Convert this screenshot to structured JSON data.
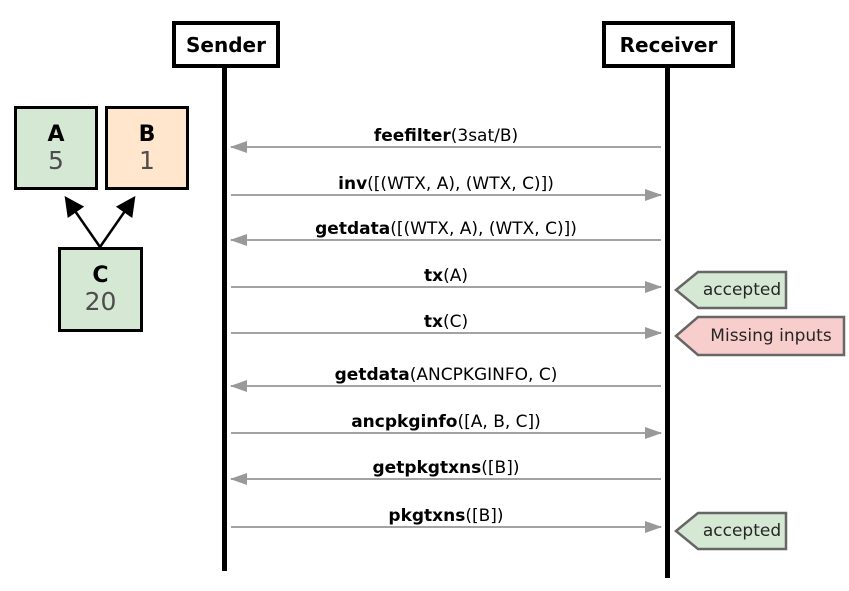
{
  "lifelines": {
    "sender": "Sender",
    "receiver": "Receiver"
  },
  "tx_graph": {
    "nodes": [
      {
        "id": "A",
        "label": "A",
        "value": "5",
        "fill": "#d5e8d4"
      },
      {
        "id": "B",
        "label": "B",
        "value": "1",
        "fill": "#ffe6cc"
      },
      {
        "id": "C",
        "label": "C",
        "value": "20",
        "fill": "#d5e8d4"
      }
    ],
    "edges": [
      {
        "from": "C",
        "to": "A"
      },
      {
        "from": "C",
        "to": "B"
      }
    ]
  },
  "messages": [
    {
      "method": "feefilter",
      "args": "(3sat/B)",
      "direction": "to-sender"
    },
    {
      "method": "inv",
      "args": "([(WTX, A), (WTX, C)])",
      "direction": "to-receiver"
    },
    {
      "method": "getdata",
      "args": "([(WTX, A), (WTX, C)])",
      "direction": "to-sender"
    },
    {
      "method": "tx",
      "args": "(A)",
      "direction": "to-receiver",
      "result": "accepted"
    },
    {
      "method": "tx",
      "args": "(C)",
      "direction": "to-receiver",
      "result": "Missing inputs"
    },
    {
      "method": "getdata",
      "args": "(ANCPKGINFO, C)",
      "direction": "to-sender"
    },
    {
      "method": "ancpkginfo",
      "args": "([A, B, C])",
      "direction": "to-receiver"
    },
    {
      "method": "getpkgtxns",
      "args": "([B])",
      "direction": "to-sender"
    },
    {
      "method": "pkgtxns",
      "args": "([B])",
      "direction": "to-receiver",
      "result": "accepted"
    }
  ],
  "badges": [
    {
      "label": "accepted",
      "status": "success",
      "fill": "#d5e8d4"
    },
    {
      "label": "Missing inputs",
      "status": "error",
      "fill": "#f8cecc"
    },
    {
      "label": "accepted",
      "status": "success",
      "fill": "#d5e8d4"
    }
  ],
  "colors": {
    "node_green": "#d5e8d4",
    "node_orange": "#ffe6cc",
    "badge_error_pink": "#f8cecc",
    "badge_border": "#666666",
    "message_arrow": "#999999",
    "lifeline": "#000000"
  }
}
